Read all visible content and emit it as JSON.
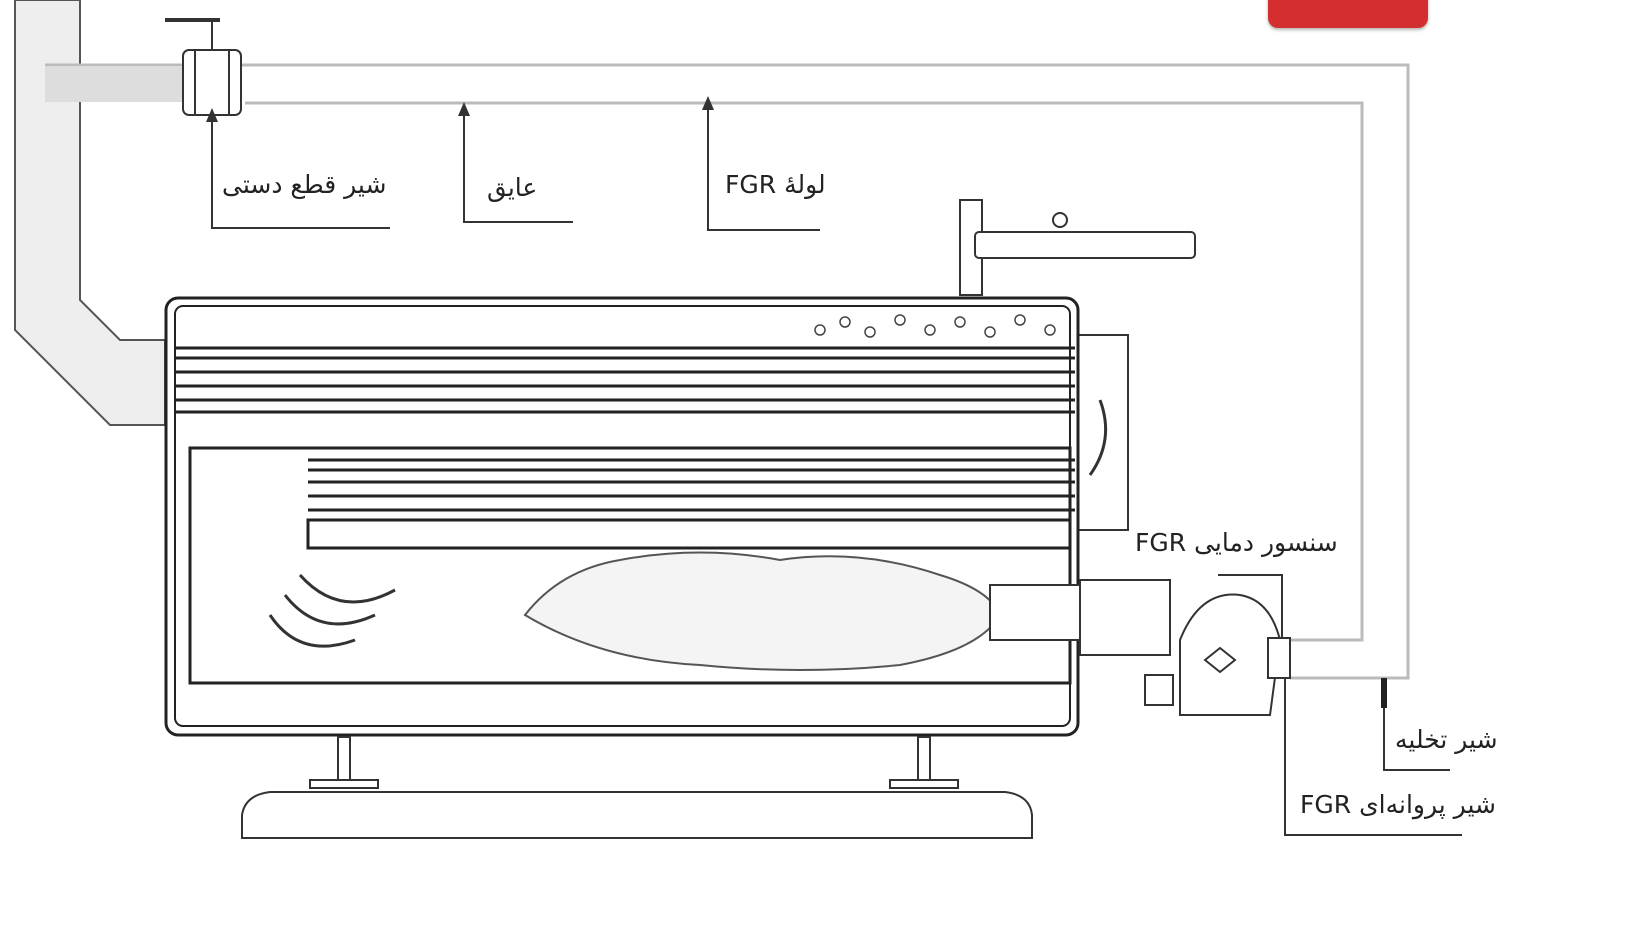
{
  "labels": {
    "manual_valve": "شیر قطع دستی",
    "insulation": "عایق",
    "fgr_pipe": "لولهٔ FGR",
    "fgr_temp_sensor": "سنسور دمایی FGR",
    "drain_valve": "شیر تخلیه",
    "fgr_butterfly_valve": "شیر پروانه‌ای FGR"
  },
  "colors": {
    "accent": "#d32f2f",
    "line": "#222222",
    "pipe": "#cccccc"
  }
}
